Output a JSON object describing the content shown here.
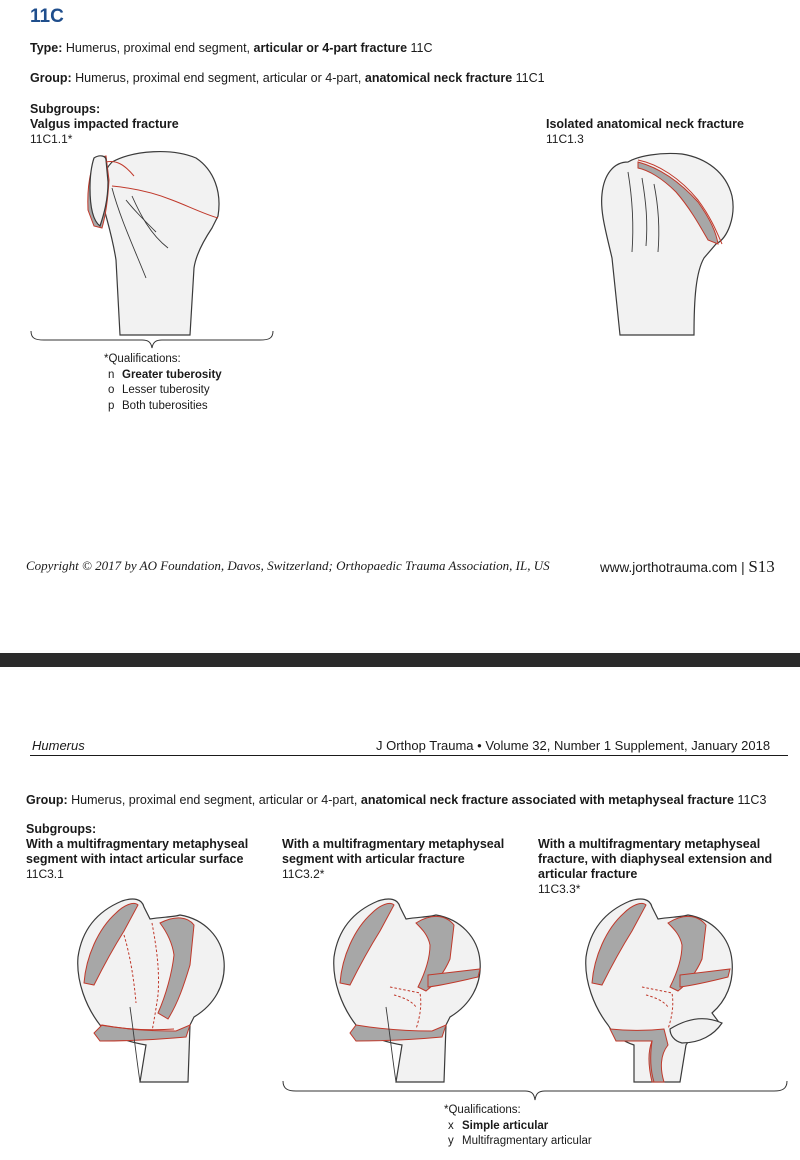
{
  "page1": {
    "code": "11C",
    "type_line": {
      "label": "Type:",
      "plain": "Humerus, proximal end segment,",
      "bold": "articular or 4-part fracture",
      "code": "11C"
    },
    "group_line": {
      "label": "Group:",
      "plain": "Humerus, proximal end segment, articular or 4-part,",
      "bold": "anatomical neck fracture",
      "code": "11C1"
    },
    "subgroups_label": "Subgroups:",
    "subgroups": [
      {
        "title": "Valgus impacted fracture",
        "code": "11C1.1*"
      },
      {
        "title": "Isolated anatomical neck fracture",
        "code": "11C1.3"
      }
    ],
    "qualifications": {
      "title": "*Qualifications:",
      "items": [
        {
          "key": "n",
          "text": "Greater tuberosity",
          "bold": true
        },
        {
          "key": "o",
          "text": "Lesser tuberosity",
          "bold": false
        },
        {
          "key": "p",
          "text": "Both tuberosities",
          "bold": false
        }
      ]
    },
    "footer": {
      "copyright": "Copyright © 2017 by AO Foundation, Davos, Switzerland; Orthopaedic Trauma Association, IL, US",
      "website": "www.jorthotrauma.com",
      "separator": "|",
      "page": "S13"
    }
  },
  "page2": {
    "header_left": "Humerus",
    "header_right": "J Orthop Trauma • Volume 32, Number 1 Supplement, January 2018",
    "group_line": {
      "label": "Group:",
      "plain": "Humerus, proximal end segment, articular or 4-part,",
      "bold": "anatomical neck fracture associated with metaphyseal fracture",
      "code": "11C3"
    },
    "subgroups_label": "Subgroups:",
    "subgroups": [
      {
        "title_lines": [
          "With a multifragmentary metaphyseal",
          "segment with intact articular surface"
        ],
        "code": "11C3.1"
      },
      {
        "title_lines": [
          "With a multifragmentary metaphyseal",
          "segment with articular fracture"
        ],
        "code": "11C3.2*"
      },
      {
        "title_lines": [
          "With a multifragmentary metaphyseal",
          "fracture, with diaphyseal extension and",
          "articular fracture"
        ],
        "code": "11C3.3*"
      }
    ],
    "qualifications": {
      "title": "*Qualifications:",
      "items": [
        {
          "key": "x",
          "text": "Simple articular",
          "bold": true
        },
        {
          "key": "y",
          "text": "Multifragmentary articular",
          "bold": false
        }
      ]
    }
  }
}
